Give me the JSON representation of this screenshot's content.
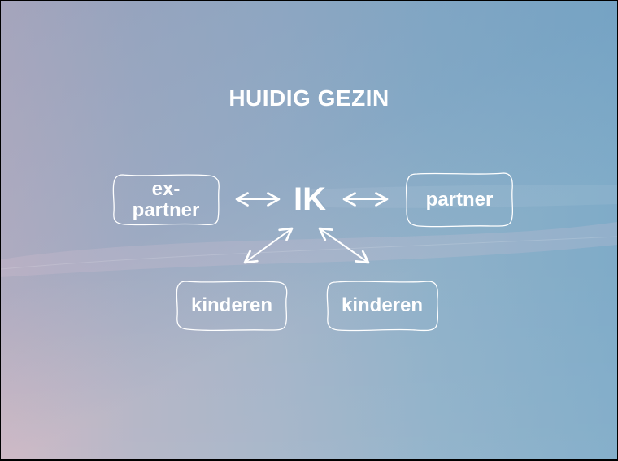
{
  "diagram": {
    "title": "HUIDIG GEZIN",
    "center": "IK",
    "nodes": {
      "ex_partner": "ex-\npartner",
      "partner": "partner",
      "kinderen_left": "kinderen",
      "kinderen_right": "kinderen"
    }
  },
  "colors": {
    "text": "#ffffff",
    "background_left": "#cdb7c3",
    "background_right": "#7fabc8"
  }
}
